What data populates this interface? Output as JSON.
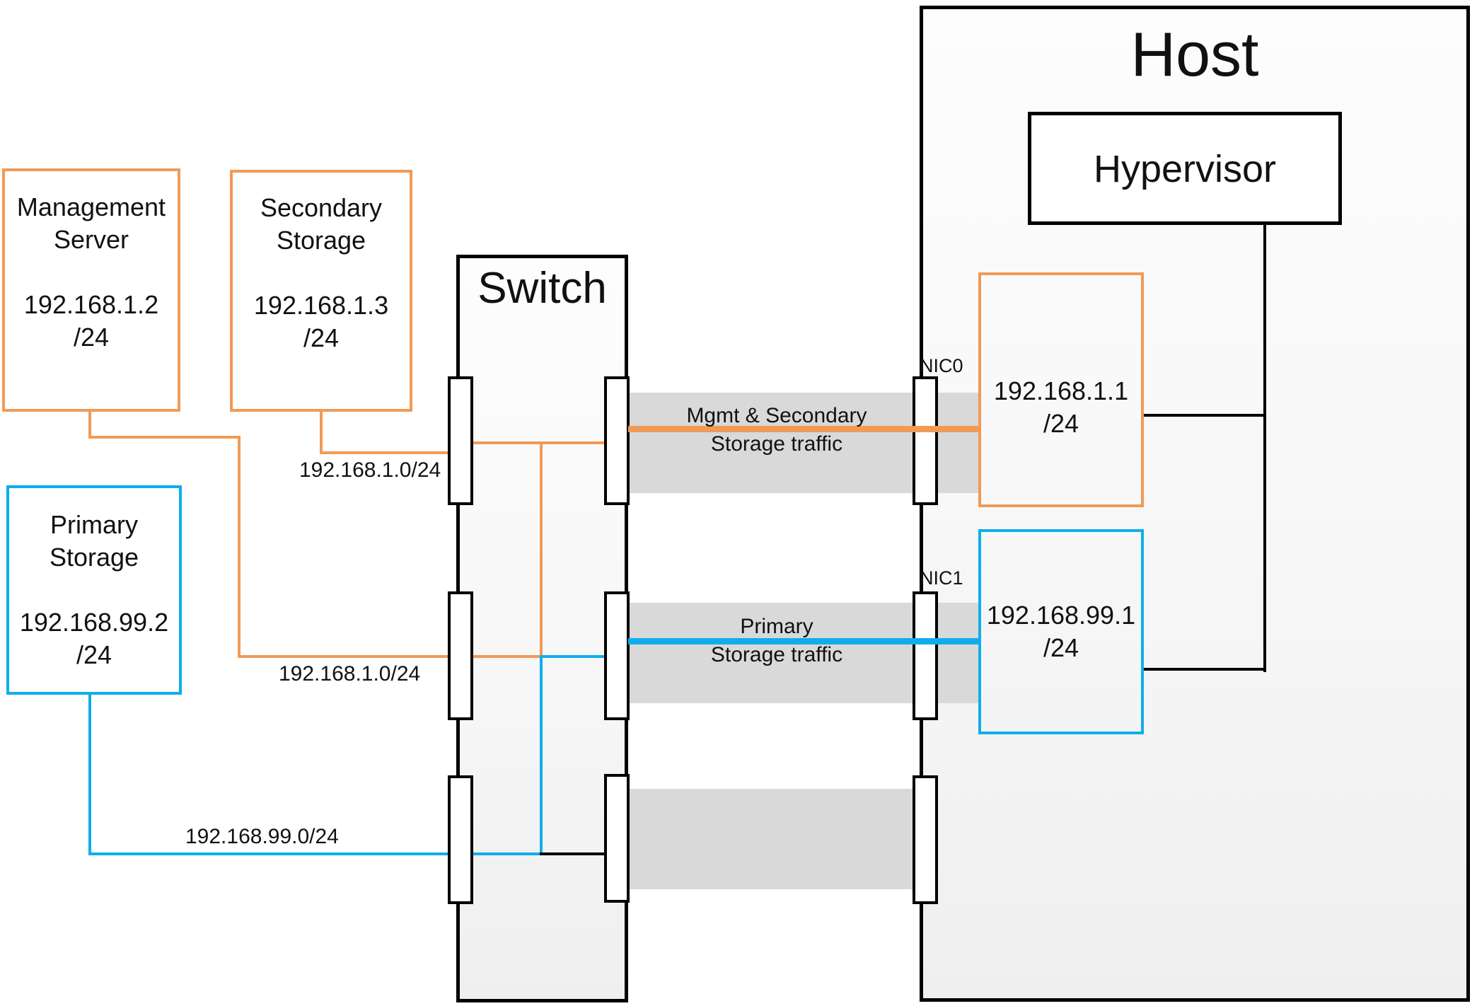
{
  "diagram": {
    "nodes": {
      "management_server": {
        "line1": "Management",
        "line2": "Server",
        "ip": "192.168.1.2",
        "mask": "/24"
      },
      "secondary_storage": {
        "line1": "Secondary",
        "line2": "Storage",
        "ip": "192.168.1.3",
        "mask": "/24"
      },
      "primary_storage": {
        "line1": "Primary",
        "line2": "Storage",
        "ip": "192.168.99.2",
        "mask": "/24"
      },
      "switch": {
        "label": "Switch"
      },
      "host": {
        "label": "Host"
      },
      "hypervisor": {
        "label": "Hypervisor"
      },
      "nic0_ip": {
        "ip": "192.168.1.1",
        "mask": "/24"
      },
      "nic1_ip": {
        "ip": "192.168.99.1",
        "mask": "/24"
      }
    },
    "labels": {
      "nic0": "NIC0",
      "nic1": "NIC1",
      "subnet_secondary_link": "192.168.1.0/24",
      "subnet_management_link": "192.168.1.0/24",
      "subnet_primary_link": "192.168.99.0/24",
      "traffic_mgmt_line1": "Mgmt & Secondary",
      "traffic_mgmt_line2": "Storage traffic",
      "traffic_primary_line1": "Primary",
      "traffic_primary_line2": "Storage traffic"
    },
    "colors": {
      "orange": "#F09A56",
      "blue": "#0FAEEA",
      "grayband": "#D9D9D9"
    }
  }
}
